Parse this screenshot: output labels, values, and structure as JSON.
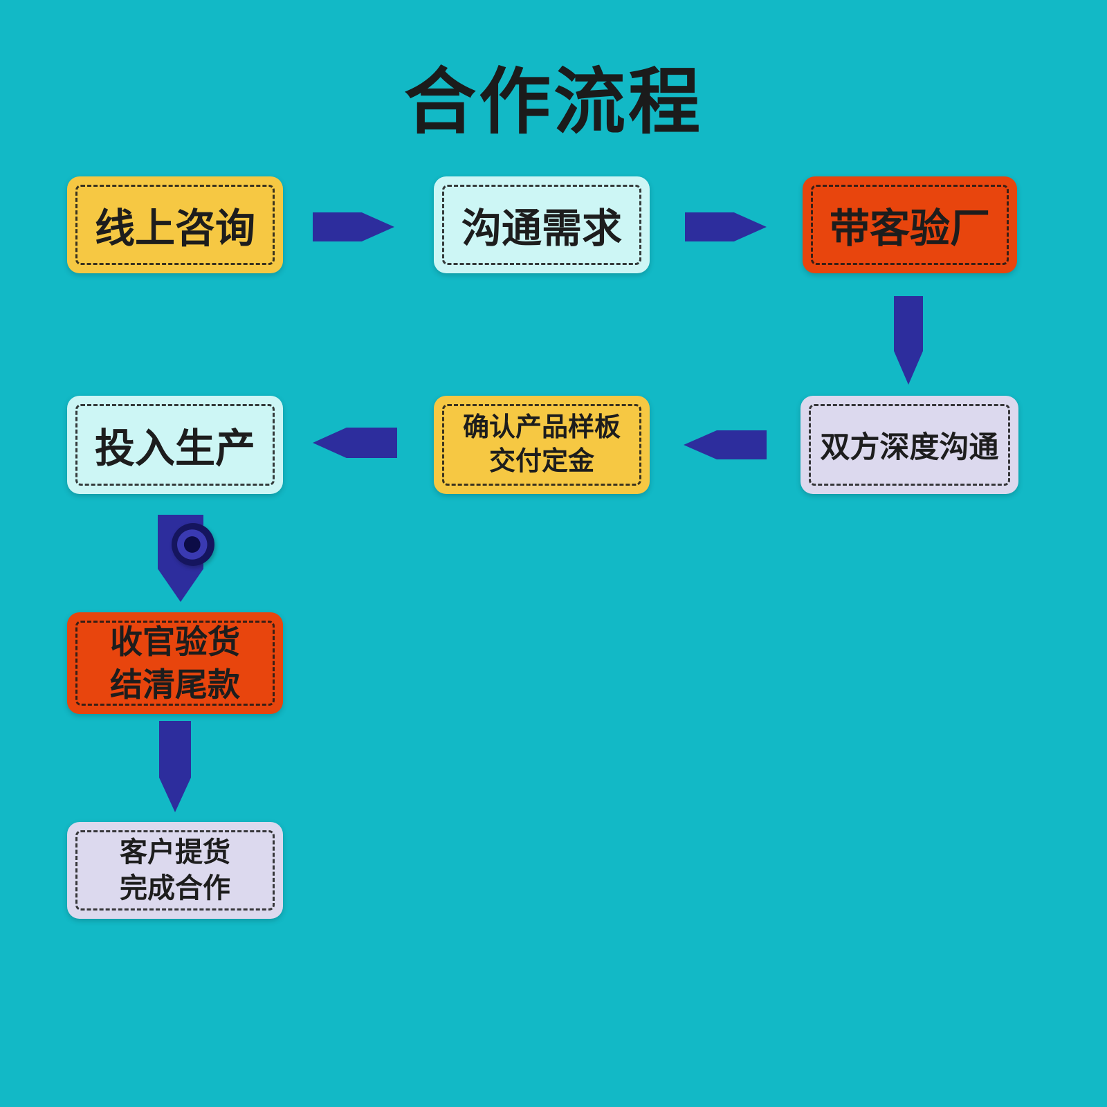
{
  "title": "合作流程",
  "palette": {
    "background": "#12b9c6",
    "node_yellow": "#f6c843",
    "node_cyan": "#cdf6f5",
    "node_orange": "#e8450d",
    "node_lavender": "#dcd9ee",
    "arrow_blue": "#2d2d9d",
    "text": "#1d1d1d"
  },
  "nodes": [
    {
      "id": "online-consult",
      "line1": "线上咨询",
      "color": "yellow"
    },
    {
      "id": "communicate-needs",
      "line1": "沟通需求",
      "color": "cyan"
    },
    {
      "id": "factory-visit",
      "line1": "带客验厂",
      "color": "orange"
    },
    {
      "id": "deep-communication",
      "line1": "双方深度沟通",
      "color": "lavender"
    },
    {
      "id": "confirm-sample-deposit",
      "line1": "确认产品样板",
      "line2": "交付定金",
      "color": "yellow"
    },
    {
      "id": "start-production",
      "line1": "投入生产",
      "color": "cyan"
    },
    {
      "id": "final-inspection-balance",
      "line1": "收官验货",
      "line2": "结清尾款",
      "color": "orange"
    },
    {
      "id": "pickup-complete",
      "line1": "客户提货",
      "line2": "完成合作",
      "color": "lavender"
    }
  ],
  "flow_order": [
    "线上咨询",
    "沟通需求",
    "带客验厂",
    "双方深度沟通",
    "确认产品样板 交付定金",
    "投入生产",
    "收官验货 结清尾款",
    "客户提货 完成合作"
  ]
}
